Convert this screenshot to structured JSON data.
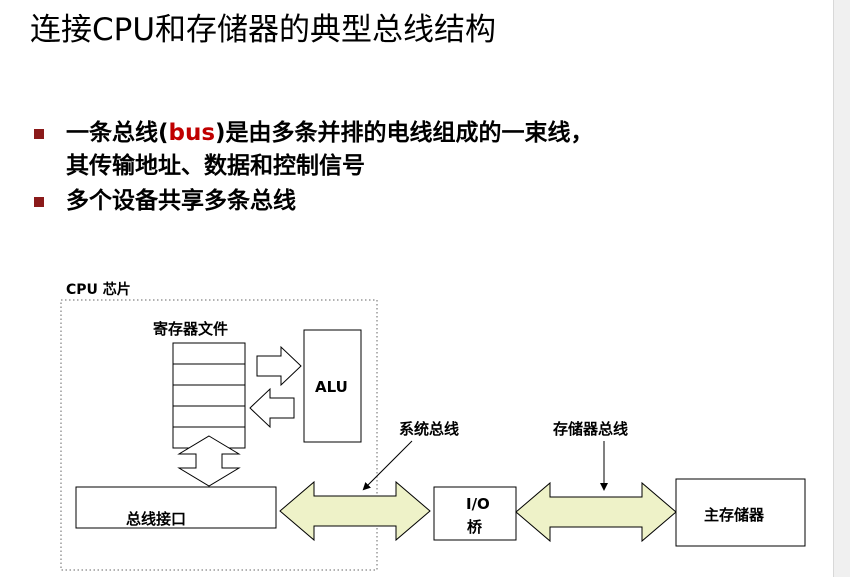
{
  "title": "连接CPU和存储器的典型总线结构",
  "bullets": [
    {
      "before": "一条总线(",
      "highlight": "bus",
      "after": ")是由多条并排的电线组成的一束线，",
      "line2": "其传输地址、数据和控制信号"
    },
    {
      "text": "多个设备共享多条总线"
    }
  ],
  "diagram": {
    "cpu_chip_label": "CPU 芯片",
    "register_file_label": "寄存器文件",
    "alu_label": "ALU",
    "bus_interface_label": "总线接口",
    "system_bus_label": "系统总线",
    "memory_bus_label": "存储器总线",
    "io_bridge_line1": "I/O",
    "io_bridge_line2": "桥",
    "main_memory_label": "主存储器",
    "register_rows": 5,
    "colors": {
      "bus_fill": "#eef2c8",
      "bullet": "#8b1a1a",
      "highlight": "#c00000"
    }
  }
}
